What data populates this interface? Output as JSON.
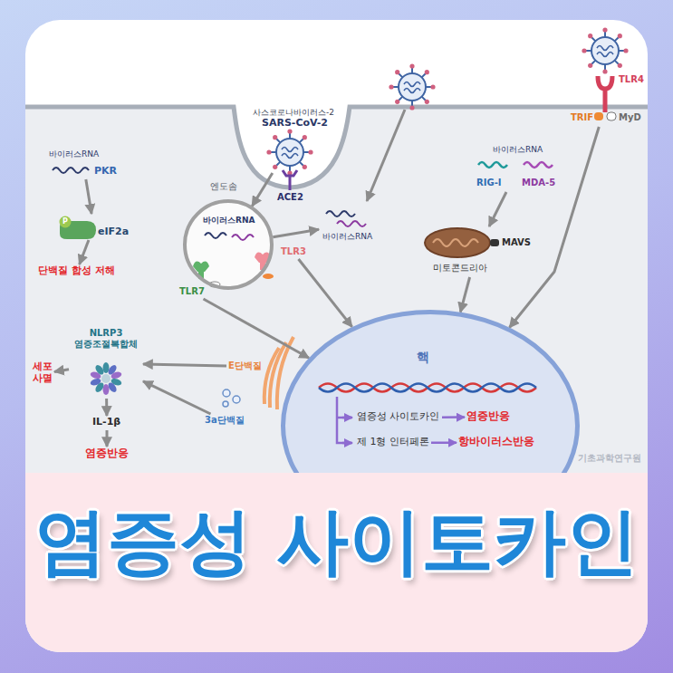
{
  "diagram": {
    "title": "염증성 사이토카인",
    "nodes": [
      {
        "text": [
          "바이러스RNA",
          "PKR"
        ]
      },
      {
        "text": [
          "P",
          "eIF2a"
        ]
      },
      {
        "text": [
          "단백질 합성 저해"
        ]
      },
      {
        "text": [
          "사스코로나바이러스-2",
          "SARS-CoV-2"
        ]
      },
      {
        "text": [
          "엔도솜"
        ]
      },
      {
        "text": [
          "바이러스RNA"
        ],
        "in": 4
      },
      {
        "text": [
          "TLR7"
        ],
        "in": 4
      },
      {
        "text": [
          "TLR3"
        ],
        "in": 4
      },
      {
        "text": [
          "바이러스RNA"
        ]
      },
      {
        "text": [
          "바이러스RNA",
          "RIG-I",
          "MDA-5"
        ]
      },
      {
        "text": [
          "MAVS",
          "미토콘드리아"
        ]
      },
      {
        "text": [
          "TLR4",
          "TRIF",
          "MyD"
        ]
      },
      {
        "text": [
          "핵"
        ]
      },
      {
        "text": [
          "염증성 사이토카인"
        ],
        "in": 12
      },
      {
        "text": [
          "염증반응"
        ],
        "in": 12
      },
      {
        "text": [
          "제 1형 인터페론"
        ],
        "in": 12
      },
      {
        "text": [
          "항바이러스반응"
        ],
        "in": 12
      },
      {
        "text": [
          "E단백질"
        ]
      },
      {
        "text": [
          "3a단백질"
        ]
      },
      {
        "text": [
          "NLRP3 염증조절복합체"
        ]
      },
      {
        "text": [
          "세포 사멸"
        ]
      },
      {
        "text": [
          "IL-1β"
        ]
      },
      {
        "text": [
          "염증반응"
        ]
      }
    ],
    "edges": [
      {
        "from": 0,
        "to": 1,
        "arrow": "to"
      },
      {
        "from": 1,
        "to": 2,
        "arrow": "to"
      },
      {
        "from": 3,
        "to": 4,
        "arrow": "to"
      },
      {
        "from": 4,
        "to": 8,
        "arrow": "to"
      },
      {
        "from": 6,
        "to": 12,
        "arrow": "to"
      },
      {
        "from": 7,
        "to": 12,
        "arrow": "to"
      },
      {
        "from": 9,
        "to": 10,
        "arrow": "to"
      },
      {
        "from": 10,
        "to": 12,
        "arrow": "to"
      },
      {
        "from": 11,
        "to": 12,
        "arrow": "to"
      },
      {
        "from": 13,
        "to": 14,
        "arrow": "to"
      },
      {
        "from": 15,
        "to": 16,
        "arrow": "to"
      },
      {
        "from": 17,
        "to": 19,
        "arrow": "to"
      },
      {
        "from": 18,
        "to": 19,
        "arrow": "to"
      },
      {
        "from": 19,
        "to": 20,
        "arrow": "to"
      },
      {
        "from": 19,
        "to": 21,
        "arrow": "to"
      },
      {
        "from": 21,
        "to": 22,
        "arrow": "to"
      }
    ],
    "labels": [
      "ACE2",
      "기초과학연구원"
    ]
  }
}
